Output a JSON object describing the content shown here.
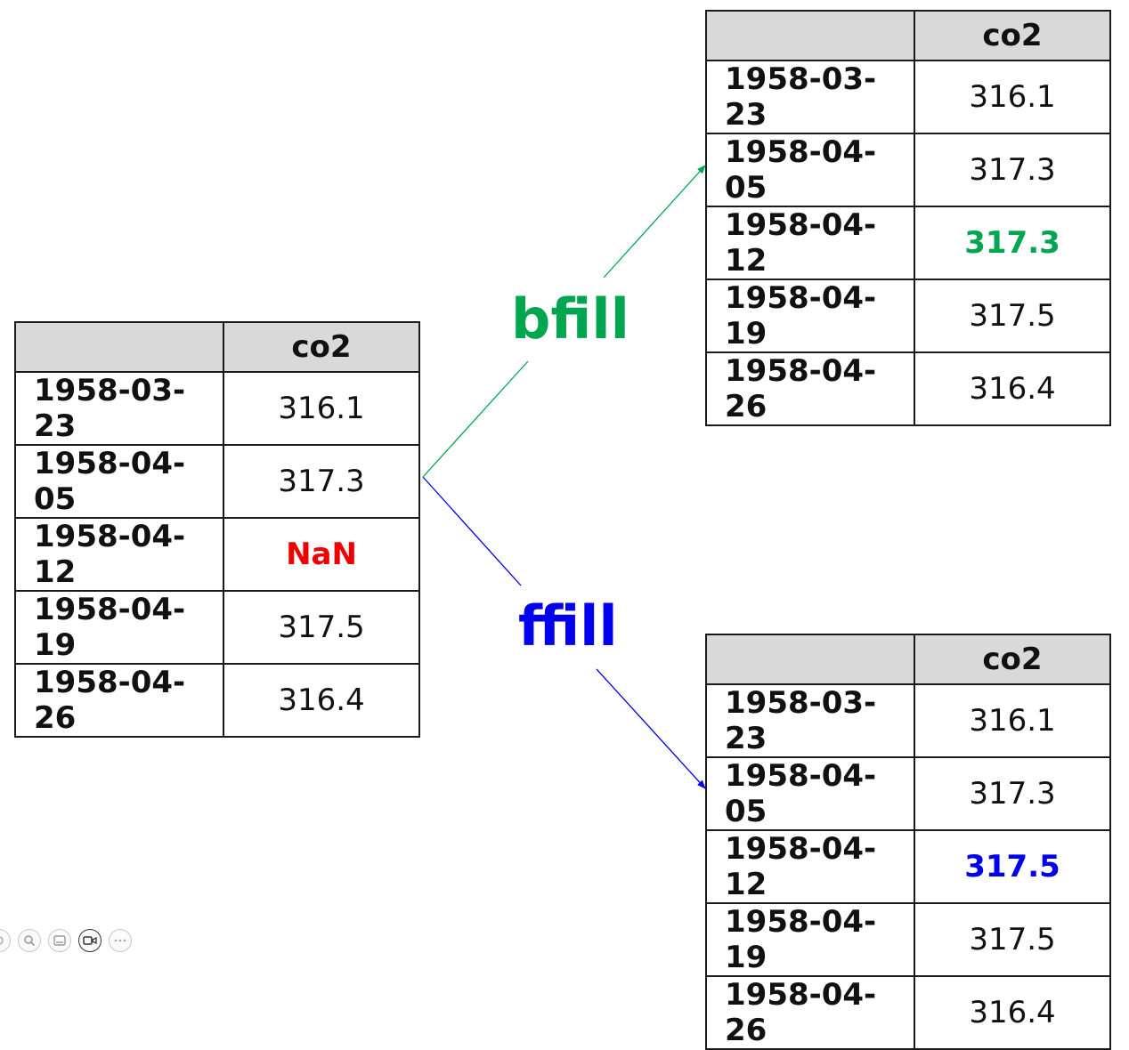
{
  "tables": {
    "original": {
      "header": [
        "",
        "co2"
      ],
      "rows": [
        {
          "index": "1958-03-23",
          "value": "316.1"
        },
        {
          "index": "1958-04-05",
          "value": "317.3"
        },
        {
          "index": "1958-04-12",
          "value": "NaN"
        },
        {
          "index": "1958-04-19",
          "value": "317.5"
        },
        {
          "index": "1958-04-26",
          "value": "316.4"
        }
      ]
    },
    "bfill": {
      "header": [
        "",
        "co2"
      ],
      "rows": [
        {
          "index": "1958-03-23",
          "value": "316.1"
        },
        {
          "index": "1958-04-05",
          "value": "317.3"
        },
        {
          "index": "1958-04-12",
          "value": "317.3"
        },
        {
          "index": "1958-04-19",
          "value": "317.5"
        },
        {
          "index": "1958-04-26",
          "value": "316.4"
        }
      ]
    },
    "ffill": {
      "header": [
        "",
        "co2"
      ],
      "rows": [
        {
          "index": "1958-03-23",
          "value": "316.1"
        },
        {
          "index": "1958-04-05",
          "value": "317.3"
        },
        {
          "index": "1958-04-12",
          "value": "317.5"
        },
        {
          "index": "1958-04-19",
          "value": "317.5"
        },
        {
          "index": "1958-04-26",
          "value": "316.4"
        }
      ]
    }
  },
  "labels": {
    "bfill": "bfill",
    "ffill": "ffill"
  },
  "colors": {
    "nan": "#ee0000",
    "bfill": "#00a64f",
    "ffill": "#0000ee",
    "border": "#1a1a1a",
    "header_bg": "#d9d9d9"
  },
  "toolbar": {
    "icons": [
      "circle-icon",
      "zoom-icon",
      "subtitles-icon",
      "camera-icon",
      "more-icon"
    ]
  }
}
